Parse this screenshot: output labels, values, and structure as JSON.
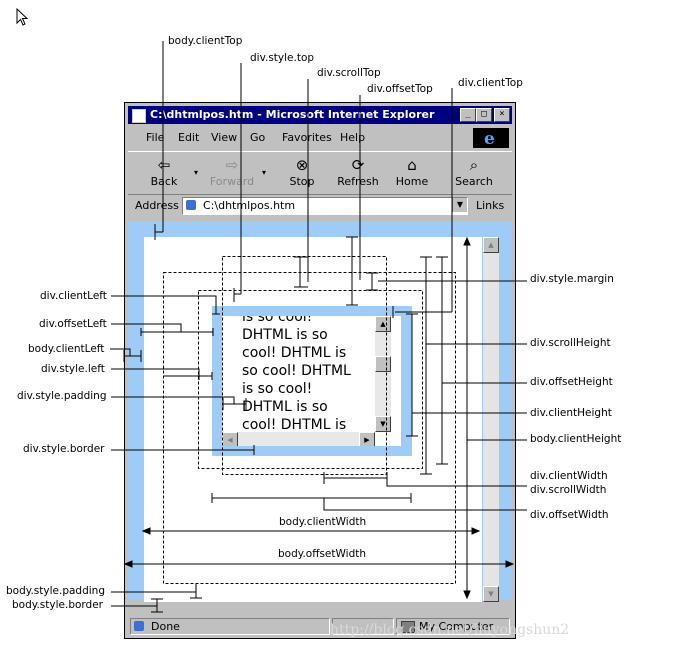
{
  "window": {
    "title": "C:\\dhtmlpos.htm - Microsoft Internet Explorer",
    "controls": [
      "_",
      "□",
      "×"
    ]
  },
  "menu": [
    "File",
    "Edit",
    "View",
    "Go",
    "Favorites",
    "Help"
  ],
  "toolbar": [
    {
      "label": "Back",
      "icon": "back-arrow-icon",
      "glyph": "⇦",
      "enabled": true
    },
    {
      "label": "Forward",
      "icon": "forward-arrow-icon",
      "glyph": "⇨",
      "enabled": false
    },
    {
      "label": "Stop",
      "icon": "stop-icon",
      "glyph": "⊗",
      "enabled": true
    },
    {
      "label": "Refresh",
      "icon": "refresh-icon",
      "glyph": "⟳",
      "enabled": true
    },
    {
      "label": "Home",
      "icon": "home-icon",
      "glyph": "⌂",
      "enabled": true
    },
    {
      "label": "Search",
      "icon": "search-icon",
      "glyph": "⌕",
      "enabled": true
    }
  ],
  "address": {
    "label": "Address",
    "value": "C:\\dhtmlpos.htm",
    "links": "Links"
  },
  "status": {
    "text": "Done",
    "zone": "My Computer"
  },
  "div_text": "is so cool! DHTML is so cool! DHTML is so cool! DHTML is so cool! DHTML is so cool! DHTML is",
  "labels": {
    "body_clientTop": "body.clientTop",
    "div_style_top": "div.style.top",
    "div_scrollTop": "div.scrollTop",
    "div_offsetTop": "div.offsetTop",
    "div_clientTop": "div.clientTop",
    "div_style_margin": "div.style.margin",
    "div_clientLeft": "div.clientLeft",
    "div_offsetLeft": "div.offsetLeft",
    "body_clientLeft": "body.clientLeft",
    "div_style_left": "div.style.left",
    "div_style_padding": "div.style.padding",
    "div_style_border": "div.style.border",
    "div_scrollHeight": "div.scrollHeight",
    "div_offsetHeight": "div.offsetHeight",
    "div_clientHeight": "div.clientHeight",
    "body_clientHeight": "body.clientHeight",
    "div_clientWidth": "div.clientWidth",
    "div_scrollWidth": "div.scrollWidth",
    "div_offsetWidth": "div.offsetWidth",
    "body_clientWidth": "body.clientWidth",
    "body_offsetWidth": "body.offsetWidth",
    "body_style_padding": "body.style.padding",
    "body_style_border": "body.style.border"
  },
  "watermark": "http://blog.csdn.net/liuyongshun2"
}
